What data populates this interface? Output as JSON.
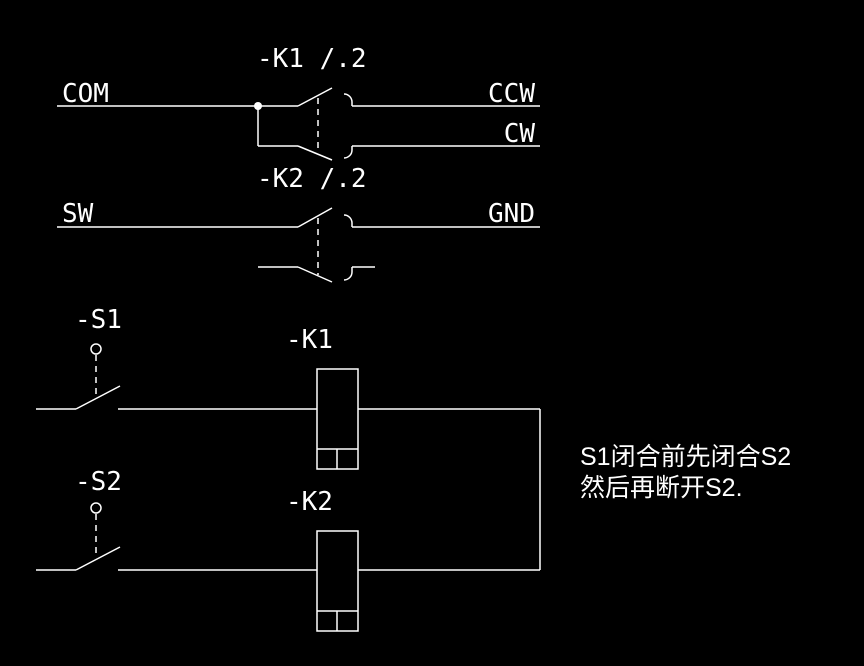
{
  "labels": {
    "com": "COM",
    "ccw": "CCW",
    "cw": "CW",
    "sw": "SW",
    "gnd": "GND",
    "k1_ref": "-K1 /.2",
    "k2_ref": "-K2 /.2",
    "s1": "-S1",
    "s2": "-S2",
    "k1_coil": "-K1",
    "k2_coil": "-K2"
  },
  "note": {
    "line1": "S1闭合前先闭合S2",
    "line2": "然后再断开S2."
  },
  "colors": {
    "background": "#000000",
    "line": "#ffffff"
  }
}
